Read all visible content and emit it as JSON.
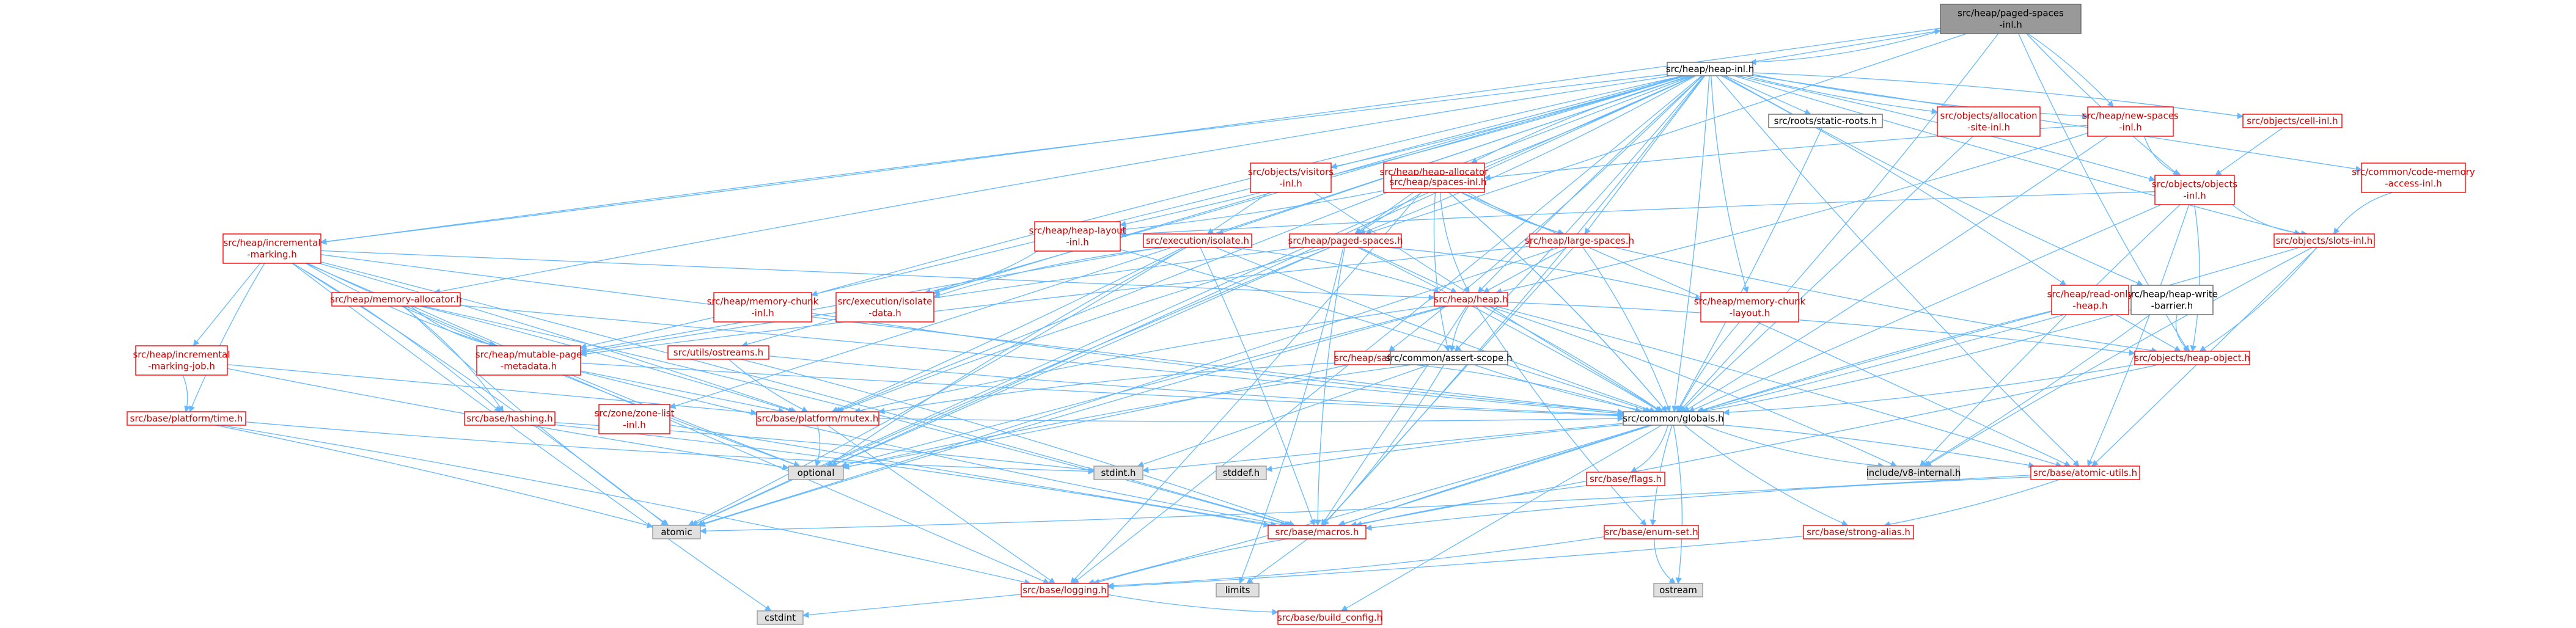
{
  "colors": {
    "root_fill": "#999999",
    "box_fill": "#ffffff",
    "gray_fill": "#e0e0e0",
    "red_border": "#ff0000",
    "black_border": "#666666",
    "gray_border": "#999999",
    "red_text": "#cc0000",
    "black_text": "#000000",
    "edge_blue": "#63b8ff",
    "edge_dark": "#404040",
    "edge_red": "#ff9a9a"
  },
  "nodes": {
    "n_root": {
      "lines": [
        "src/heap/paged-spaces",
        "-inl.h"
      ],
      "style": "root"
    },
    "n_heapinl": {
      "lines": [
        "src/heap/heap-inl.h"
      ],
      "style": "black"
    },
    "n_incmark": {
      "lines": [
        "src/heap/incremental",
        "-marking.h"
      ],
      "style": "red"
    },
    "n_memalloc": {
      "lines": [
        "src/heap/memory-allocator.h"
      ],
      "style": "red"
    },
    "n_incjob": {
      "lines": [
        "src/heap/incremental",
        "-marking-job.h"
      ],
      "style": "red"
    },
    "n_platformtime": {
      "lines": [
        "src/base/platform/time.h"
      ],
      "style": "red"
    },
    "n_mutablepage": {
      "lines": [
        "src/heap/mutable-page",
        "-metadata.h"
      ],
      "style": "red"
    },
    "n_hashing": {
      "lines": [
        "src/base/hashing.h"
      ],
      "style": "red"
    },
    "n_zonelist": {
      "lines": [
        "src/zone/zone-list",
        "-inl.h"
      ],
      "style": "red"
    },
    "n_ostreams": {
      "lines": [
        "src/utils/ostreams.h"
      ],
      "style": "red"
    },
    "n_mutex": {
      "lines": [
        "src/base/platform/mutex.h"
      ],
      "style": "red"
    },
    "n_memchunkinl": {
      "lines": [
        "src/heap/memory-chunk",
        "-inl.h"
      ],
      "style": "red"
    },
    "n_heaplayout": {
      "lines": [
        "src/heap/heap-layout",
        "-inl.h"
      ],
      "style": "red"
    },
    "n_visitors": {
      "lines": [
        "src/objects/visitors",
        "-inl.h"
      ],
      "style": "red"
    },
    "n_execiso": {
      "lines": [
        "src/execution/isolate.h"
      ],
      "style": "red"
    },
    "n_isodata": {
      "lines": [
        "src/execution/isolate",
        "-data.h"
      ],
      "style": "red"
    },
    "n_heapallocinl": {
      "lines": [
        "src/heap/heap-allocator",
        "-inl.h"
      ],
      "style": "red"
    },
    "n_pagedspaces": {
      "lines": [
        "src/heap/paged-spaces.h"
      ],
      "style": "red"
    },
    "n_spacesinl": {
      "lines": [
        "src/heap/spaces-inl.h"
      ],
      "style": "red"
    },
    "n_largespaces": {
      "lines": [
        "src/heap/large-spaces.h"
      ],
      "style": "red"
    },
    "n_heaph": {
      "lines": [
        "src/heap/heap.h"
      ],
      "style": "red"
    },
    "n_memchunklayout": {
      "lines": [
        "src/heap/memory-chunk",
        "-layout.h"
      ],
      "style": "red"
    },
    "n_safepoint": {
      "lines": [
        "src/heap/safepoint.h"
      ],
      "style": "red"
    },
    "n_assertscope": {
      "lines": [
        "src/common/assert-scope.h"
      ],
      "style": "black"
    },
    "n_staticroots": {
      "lines": [
        "src/roots/static-roots.h"
      ],
      "style": "black"
    },
    "n_allocsite": {
      "lines": [
        "src/objects/allocation",
        "-site-inl.h"
      ],
      "style": "red"
    },
    "n_newspaces": {
      "lines": [
        "src/heap/new-spaces",
        "-inl.h"
      ],
      "style": "red"
    },
    "n_cellinl": {
      "lines": [
        "src/objects/cell-inl.h"
      ],
      "style": "red"
    },
    "n_objectsinl": {
      "lines": [
        "src/objects/objects",
        "-inl.h"
      ],
      "style": "red"
    },
    "n_codemem": {
      "lines": [
        "src/common/code-memory",
        "-access-inl.h"
      ],
      "style": "red"
    },
    "n_slotsinl": {
      "lines": [
        "src/objects/slots-inl.h"
      ],
      "style": "red"
    },
    "n_writebarrier": {
      "lines": [
        "src/heap/heap-write",
        "-barrier.h"
      ],
      "style": "black"
    },
    "n_readonlyheap": {
      "lines": [
        "src/heap/read-only",
        "-heap.h"
      ],
      "style": "red"
    },
    "n_heapobject": {
      "lines": [
        "src/objects/heap-object.h"
      ],
      "style": "red"
    },
    "n_globals": {
      "lines": [
        "src/common/globals.h"
      ],
      "style": "black"
    },
    "n_optional": {
      "lines": [
        "optional"
      ],
      "style": "gray"
    },
    "n_stdint": {
      "lines": [
        "stdint.h"
      ],
      "style": "gray"
    },
    "n_stddef": {
      "lines": [
        "stddef.h"
      ],
      "style": "gray"
    },
    "n_v8internal": {
      "lines": [
        "include/v8-internal.h"
      ],
      "style": "gray"
    },
    "n_atomic": {
      "lines": [
        "atomic"
      ],
      "style": "gray"
    },
    "n_flags": {
      "lines": [
        "src/base/flags.h"
      ],
      "style": "red"
    },
    "n_atomicutils": {
      "lines": [
        "src/base/atomic-utils.h"
      ],
      "style": "red"
    },
    "n_macros": {
      "lines": [
        "src/base/macros.h"
      ],
      "style": "red"
    },
    "n_enumset": {
      "lines": [
        "src/base/enum-set.h"
      ],
      "style": "red"
    },
    "n_strongalias": {
      "lines": [
        "src/base/strong-alias.h"
      ],
      "style": "red"
    },
    "n_limits": {
      "lines": [
        "limits"
      ],
      "style": "gray"
    },
    "n_ostream": {
      "lines": [
        "ostream"
      ],
      "style": "gray"
    },
    "n_logging": {
      "lines": [
        "src/base/logging.h"
      ],
      "style": "red"
    },
    "n_cstdint": {
      "lines": [
        "cstdint"
      ],
      "style": "gray"
    },
    "n_buildconfig": {
      "lines": [
        "src/base/build_config.h"
      ],
      "style": "red"
    }
  },
  "edges": [
    [
      "n_root",
      "n_heapinl"
    ],
    [
      "n_root",
      "n_incmark"
    ],
    [
      "n_root",
      "n_pagedspaces"
    ],
    [
      "n_root",
      "n_objectsinl"
    ],
    [
      "n_root",
      "n_heapobject"
    ],
    [
      "n_root",
      "n_globals"
    ],
    [
      "n_root",
      "n_newspaces"
    ],
    [
      "n_heapinl",
      "n_root"
    ],
    [
      "n_heapinl",
      "n_incmark"
    ],
    [
      "n_heapinl",
      "n_memalloc"
    ],
    [
      "n_heapinl",
      "n_mutablepage"
    ],
    [
      "n_heapinl",
      "n_zonelist"
    ],
    [
      "n_heapinl",
      "n_ostreams"
    ],
    [
      "n_heapinl",
      "n_mutex"
    ],
    [
      "n_heapinl",
      "n_memchunkinl"
    ],
    [
      "n_heapinl",
      "n_heaplayout"
    ],
    [
      "n_heapinl",
      "n_visitors"
    ],
    [
      "n_heapinl",
      "n_execiso"
    ],
    [
      "n_heapinl",
      "n_isodata"
    ],
    [
      "n_heapinl",
      "n_heapallocinl"
    ],
    [
      "n_heapinl",
      "n_pagedspaces"
    ],
    [
      "n_heapinl",
      "n_spacesinl"
    ],
    [
      "n_heapinl",
      "n_largespaces"
    ],
    [
      "n_heapinl",
      "n_heaph"
    ],
    [
      "n_heapinl",
      "n_memchunklayout"
    ],
    [
      "n_heapinl",
      "n_safepoint"
    ],
    [
      "n_heapinl",
      "n_assertscope"
    ],
    [
      "n_heapinl",
      "n_staticroots"
    ],
    [
      "n_heapinl",
      "n_allocsite"
    ],
    [
      "n_heapinl",
      "n_newspaces"
    ],
    [
      "n_heapinl",
      "n_cellinl"
    ],
    [
      "n_heapinl",
      "n_objectsinl"
    ],
    [
      "n_heapinl",
      "n_codemem"
    ],
    [
      "n_heapinl",
      "n_slotsinl"
    ],
    [
      "n_heapinl",
      "n_writebarrier"
    ],
    [
      "n_heapinl",
      "n_readonlyheap"
    ],
    [
      "n_heapinl",
      "n_globals"
    ],
    [
      "n_heapinl",
      "n_optional"
    ],
    [
      "n_heapinl",
      "n_atomic"
    ],
    [
      "n_heapinl",
      "n_atomicutils"
    ],
    [
      "n_heapinl",
      "n_macros"
    ],
    [
      "n_heapinl",
      "n_logging"
    ],
    [
      "n_incmark",
      "n_incjob"
    ],
    [
      "n_incmark",
      "n_platformtime"
    ],
    [
      "n_incmark",
      "n_mutablepage"
    ],
    [
      "n_incmark",
      "n_hashing"
    ],
    [
      "n_incmark",
      "n_mutex"
    ],
    [
      "n_incmark",
      "n_heaph"
    ],
    [
      "n_incmark",
      "n_globals"
    ],
    [
      "n_incmark",
      "n_optional"
    ],
    [
      "n_incmark",
      "n_atomic"
    ],
    [
      "n_incmark",
      "n_macros"
    ],
    [
      "n_incmark",
      "n_logging"
    ],
    [
      "n_incmark",
      "n_cstdint"
    ],
    [
      "n_memalloc",
      "n_mutablepage"
    ],
    [
      "n_memalloc",
      "n_hashing"
    ],
    [
      "n_memalloc",
      "n_mutex"
    ],
    [
      "n_memalloc",
      "n_globals"
    ],
    [
      "n_memalloc",
      "n_optional"
    ],
    [
      "n_memalloc",
      "n_atomic"
    ],
    [
      "n_memalloc",
      "n_macros"
    ],
    [
      "n_incjob",
      "n_platformtime"
    ],
    [
      "n_incjob",
      "n_mutex"
    ],
    [
      "n_incjob",
      "n_optional"
    ],
    [
      "n_platformtime",
      "n_stdint"
    ],
    [
      "n_platformtime",
      "n_logging"
    ],
    [
      "n_platformtime",
      "n_atomic"
    ],
    [
      "n_mutablepage",
      "n_mutex"
    ],
    [
      "n_mutablepage",
      "n_globals"
    ],
    [
      "n_mutablepage",
      "n_macros"
    ],
    [
      "n_hashing",
      "n_macros"
    ],
    [
      "n_hashing",
      "n_stdint"
    ],
    [
      "n_zonelist",
      "n_macros"
    ],
    [
      "n_ostreams",
      "n_mutex"
    ],
    [
      "n_ostreams",
      "n_globals"
    ],
    [
      "n_ostreams",
      "n_macros"
    ],
    [
      "n_mutex",
      "n_optional"
    ],
    [
      "n_mutex",
      "n_logging"
    ],
    [
      "n_mutex",
      "n_globals"
    ],
    [
      "n_memchunkinl",
      "n_globals"
    ],
    [
      "n_heaplayout",
      "n_isodata"
    ],
    [
      "n_heaplayout",
      "n_globals"
    ],
    [
      "n_visitors",
      "n_execiso"
    ],
    [
      "n_visitors",
      "n_globals"
    ],
    [
      "n_execiso",
      "n_isodata"
    ],
    [
      "n_execiso",
      "n_heaph"
    ],
    [
      "n_execiso",
      "n_mutex"
    ],
    [
      "n_execiso",
      "n_mutablepage"
    ],
    [
      "n_execiso",
      "n_globals"
    ],
    [
      "n_execiso",
      "n_optional"
    ],
    [
      "n_execiso",
      "n_atomic"
    ],
    [
      "n_execiso",
      "n_macros"
    ],
    [
      "n_heapallocinl",
      "n_pagedspaces"
    ],
    [
      "n_heapallocinl",
      "n_largespaces"
    ],
    [
      "n_heapallocinl",
      "n_assertscope"
    ],
    [
      "n_heapallocinl",
      "n_globals"
    ],
    [
      "n_heapallocinl",
      "n_logging"
    ],
    [
      "n_pagedspaces",
      "n_heaph"
    ],
    [
      "n_pagedspaces",
      "n_mutablepage"
    ],
    [
      "n_pagedspaces",
      "n_mutex"
    ],
    [
      "n_pagedspaces",
      "n_memchunklayout"
    ],
    [
      "n_pagedspaces",
      "n_globals"
    ],
    [
      "n_pagedspaces",
      "n_optional"
    ],
    [
      "n_pagedspaces",
      "n_atomic"
    ],
    [
      "n_pagedspaces",
      "n_macros"
    ],
    [
      "n_pagedspaces",
      "n_limits"
    ],
    [
      "n_spacesinl",
      "n_heaplayout"
    ],
    [
      "n_spacesinl",
      "n_pagedspaces"
    ],
    [
      "n_spacesinl",
      "n_largespaces"
    ],
    [
      "n_spacesinl",
      "n_heaph"
    ],
    [
      "n_spacesinl",
      "n_globals"
    ],
    [
      "n_spacesinl",
      "n_atomicutils"
    ],
    [
      "n_largespaces",
      "n_heaph"
    ],
    [
      "n_largespaces",
      "n_mutablepage"
    ],
    [
      "n_largespaces",
      "n_heapobject"
    ],
    [
      "n_largespaces",
      "n_globals"
    ],
    [
      "n_largespaces",
      "n_atomic"
    ],
    [
      "n_largespaces",
      "n_macros"
    ],
    [
      "n_heaph",
      "n_assertscope"
    ],
    [
      "n_heaph",
      "n_mutex"
    ],
    [
      "n_heaph",
      "n_heapobject"
    ],
    [
      "n_heaph",
      "n_globals"
    ],
    [
      "n_heaph",
      "n_optional"
    ],
    [
      "n_heaph",
      "n_atomic"
    ],
    [
      "n_heaph",
      "n_enumset"
    ],
    [
      "n_heaph",
      "n_v8internal"
    ],
    [
      "n_heaph",
      "n_atomicutils"
    ],
    [
      "n_heaph",
      "n_macros"
    ],
    [
      "n_memchunklayout",
      "n_globals"
    ],
    [
      "n_safepoint",
      "n_mutex"
    ],
    [
      "n_safepoint",
      "n_globals"
    ],
    [
      "n_safepoint",
      "n_optional"
    ],
    [
      "n_assertscope",
      "n_stdint"
    ],
    [
      "n_assertscope",
      "n_globals"
    ],
    [
      "n_assertscope",
      "n_optional"
    ],
    [
      "n_assertscope",
      "n_macros"
    ],
    [
      "n_staticroots",
      "n_globals"
    ],
    [
      "n_allocsite",
      "n_globals"
    ],
    [
      "n_newspaces",
      "n_spacesinl"
    ],
    [
      "n_newspaces",
      "n_objectsinl"
    ],
    [
      "n_newspaces",
      "n_heaph"
    ],
    [
      "n_newspaces",
      "n_globals"
    ],
    [
      "n_cellinl",
      "n_objectsinl"
    ],
    [
      "n_objectsinl",
      "n_heaplayout"
    ],
    [
      "n_objectsinl",
      "n_slotsinl"
    ],
    [
      "n_objectsinl",
      "n_heapobject"
    ],
    [
      "n_objectsinl",
      "n_atomicutils"
    ],
    [
      "n_objectsinl",
      "n_globals"
    ],
    [
      "n_objectsinl",
      "n_v8internal"
    ],
    [
      "n_codemem",
      "n_slotsinl"
    ],
    [
      "n_slotsinl",
      "n_heapobject"
    ],
    [
      "n_slotsinl",
      "n_globals"
    ],
    [
      "n_slotsinl",
      "n_atomicutils"
    ],
    [
      "n_slotsinl",
      "n_v8internal"
    ],
    [
      "n_writebarrier",
      "n_heapobject"
    ],
    [
      "n_writebarrier",
      "n_globals"
    ],
    [
      "n_writebarrier",
      "n_v8internal"
    ],
    [
      "n_readonlyheap",
      "n_heapobject"
    ],
    [
      "n_readonlyheap",
      "n_globals"
    ],
    [
      "n_readonlyheap",
      "n_macros"
    ],
    [
      "n_heapobject",
      "n_globals"
    ],
    [
      "n_heapobject",
      "n_macros"
    ],
    [
      "n_globals",
      "n_stdint"
    ],
    [
      "n_globals",
      "n_stddef"
    ],
    [
      "n_globals",
      "n_v8internal"
    ],
    [
      "n_globals",
      "n_flags"
    ],
    [
      "n_globals",
      "n_atomicutils"
    ],
    [
      "n_globals",
      "n_macros"
    ],
    [
      "n_globals",
      "n_enumset"
    ],
    [
      "n_globals",
      "n_strongalias"
    ],
    [
      "n_globals",
      "n_ostream"
    ],
    [
      "n_globals",
      "n_logging"
    ],
    [
      "n_globals",
      "n_buildconfig"
    ],
    [
      "n_flags",
      "n_macros"
    ],
    [
      "n_atomicutils",
      "n_macros"
    ],
    [
      "n_atomicutils",
      "n_atomic"
    ],
    [
      "n_atomicutils",
      "n_strongalias"
    ],
    [
      "n_macros",
      "n_limits"
    ],
    [
      "n_macros",
      "n_logging"
    ],
    [
      "n_enumset",
      "n_ostream"
    ],
    [
      "n_enumset",
      "n_logging"
    ],
    [
      "n_strongalias",
      "n_logging"
    ],
    [
      "n_logging",
      "n_cstdint"
    ],
    [
      "n_logging",
      "n_buildconfig"
    ]
  ]
}
